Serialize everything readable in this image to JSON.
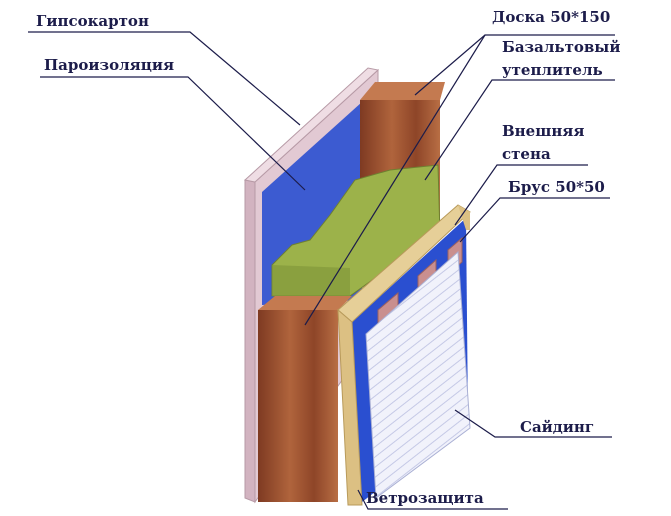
{
  "labels": {
    "drywall": "Гипсокартон",
    "vapor_barrier": "Пароизоляция",
    "board": "Доска 50*150",
    "insulation_1": "Базальтовый",
    "insulation_2": "утеплитель",
    "outer_wall_1": "Внешняя",
    "outer_wall_2": "стена",
    "batten": "Брус 50*50",
    "siding": "Сайдинг",
    "wind_barrier": "Ветрозащита"
  },
  "colors": {
    "text": "#1c1c4a",
    "drywall": "#e2c9d3",
    "vapor": "#2a4fd0",
    "wood": "#9a4a2c",
    "insulation": "#9cb24a",
    "osb": "#e6cf98",
    "siding": "#eef0fa"
  }
}
